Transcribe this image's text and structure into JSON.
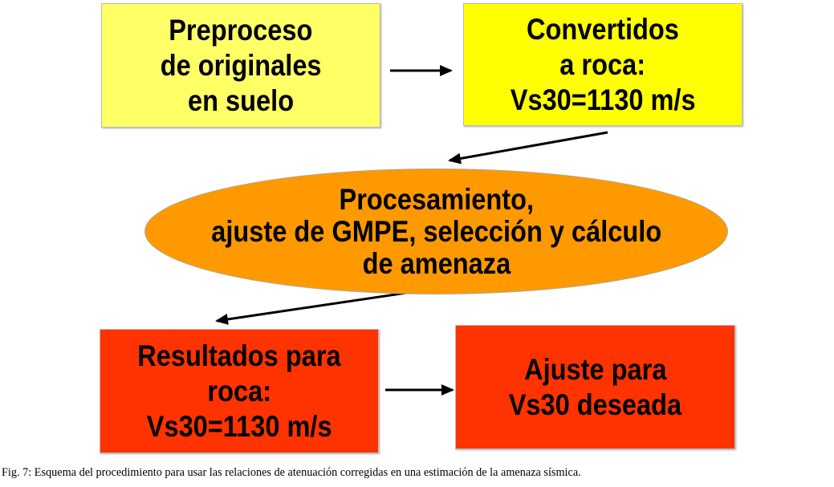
{
  "boxes": {
    "preproceso": [
      "Preproceso",
      "de originales",
      "en suelo"
    ],
    "convertidos": [
      "Convertidos",
      "a roca:",
      "Vs30=1130 m/s"
    ],
    "procesamiento": [
      "Procesamiento,",
      "ajuste de GMPE, selección y cálculo",
      "de amenaza"
    ],
    "resultados": [
      "Resultados para",
      "roca:",
      "Vs30=1130 m/s"
    ],
    "ajuste": [
      "Ajuste para",
      "Vs30 deseada"
    ]
  },
  "colors": {
    "pale_yellow": "#ffff66",
    "yellow": "#ffff00",
    "orange": "#ff9900",
    "red": "#ff3300"
  },
  "caption": "Fig. 7: Esquema del procedimiento para usar las relaciones de atenuación corregidas en una estimación de la amenaza sísmica."
}
